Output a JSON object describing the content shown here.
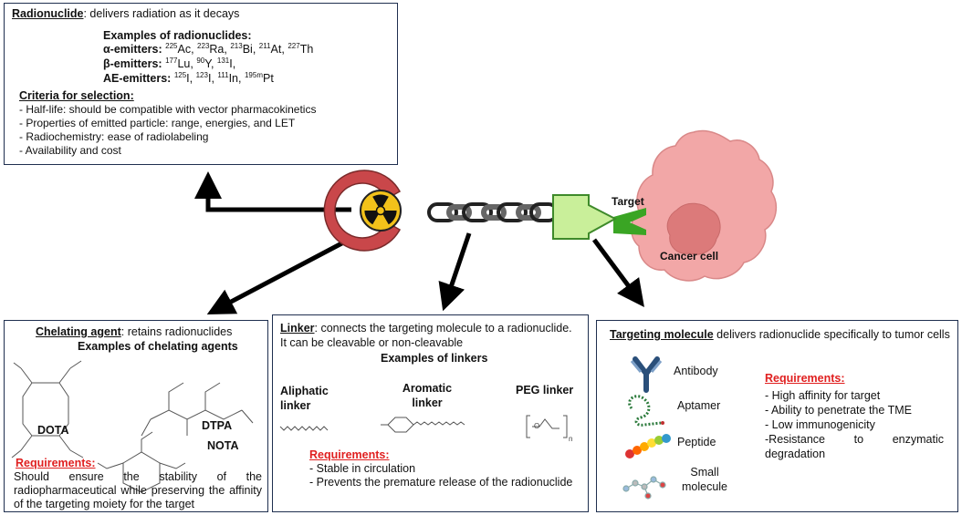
{
  "radionuclide": {
    "title": "Radionuclide",
    "desc": ": delivers radiation as it decays",
    "examples_heading": "Examples of radionuclides:",
    "alpha_label": "α-emitters:",
    "alpha_items": [
      {
        "mass": "225",
        "sym": "Ac"
      },
      {
        "mass": "223",
        "sym": "Ra"
      },
      {
        "mass": "213",
        "sym": "Bi"
      },
      {
        "mass": "211",
        "sym": "At"
      },
      {
        "mass": "227",
        "sym": "Th"
      }
    ],
    "beta_label": "β-emitters:",
    "beta_items": [
      {
        "mass": "177",
        "sym": "Lu"
      },
      {
        "mass": "90",
        "sym": "Y"
      },
      {
        "mass": "131",
        "sym": "I"
      }
    ],
    "ae_label": "AE-emitters:",
    "ae_items": [
      {
        "mass": "125",
        "sym": "I"
      },
      {
        "mass": "123",
        "sym": "I"
      },
      {
        "mass": "111",
        "sym": "In"
      },
      {
        "mass": "195m",
        "sym": "Pt"
      }
    ],
    "criteria_heading": "Criteria for selection:",
    "criteria": [
      "- Half-life: should be compatible with vector pharmacokinetics",
      "- Properties of emitted particle: range, energies, and LET",
      "- Radiochemistry: ease of radiolabeling",
      "- Availability and cost"
    ]
  },
  "center": {
    "target_label": "Target",
    "cancer_label": "Cancer cell"
  },
  "chelating": {
    "title": "Chelating agent",
    "desc": ": retains radionuclides",
    "examples_heading": "Examples of chelating agents",
    "agents": [
      "DOTA",
      "DTPA",
      "NOTA"
    ],
    "req_heading": "Requirements:",
    "req_text": "Should ensure the stability of the radiopharmaceutical while preserving the affinity of the targeting moiety for the target"
  },
  "linker": {
    "title": "Linker",
    "desc": ": connects the targeting molecule to a radionuclide. It can be cleavable or non-cleavable",
    "examples_heading": "Examples of linkers",
    "types": [
      "Aliphatic linker",
      "Aromatic linker",
      "PEG linker"
    ],
    "req_heading": "Requirements:",
    "requirements": [
      "-   Stable in circulation",
      "-   Prevents the premature release of the radionuclide"
    ]
  },
  "targeting": {
    "title": "Targeting molecule",
    "desc": " delivers radionuclide specifically to tumor cells",
    "molecules": [
      "Antibody",
      "Aptamer",
      "Peptide",
      "Small molecule"
    ],
    "req_heading": "Requirements:",
    "requirements": [
      "- High affinity for target",
      "- Ability to penetrate the TME",
      "- Low immunogenicity",
      "-Resistance to enzymatic degradation"
    ]
  },
  "colors": {
    "border": "#1f2f4f",
    "requirement_red": "#e02020",
    "chelator_red": "#c9474a",
    "radiation_yellow": "#f2c21a",
    "vector_green": "#c9ef9a",
    "target_green": "#3aa524",
    "cell_pink": "#f2a7a7",
    "nucleus_pink": "#dc7a7a"
  },
  "icons": [
    "radiation-icon",
    "chain-icon",
    "antibody-icon",
    "aptamer-icon",
    "peptide-icon",
    "small-molecule-icon"
  ]
}
